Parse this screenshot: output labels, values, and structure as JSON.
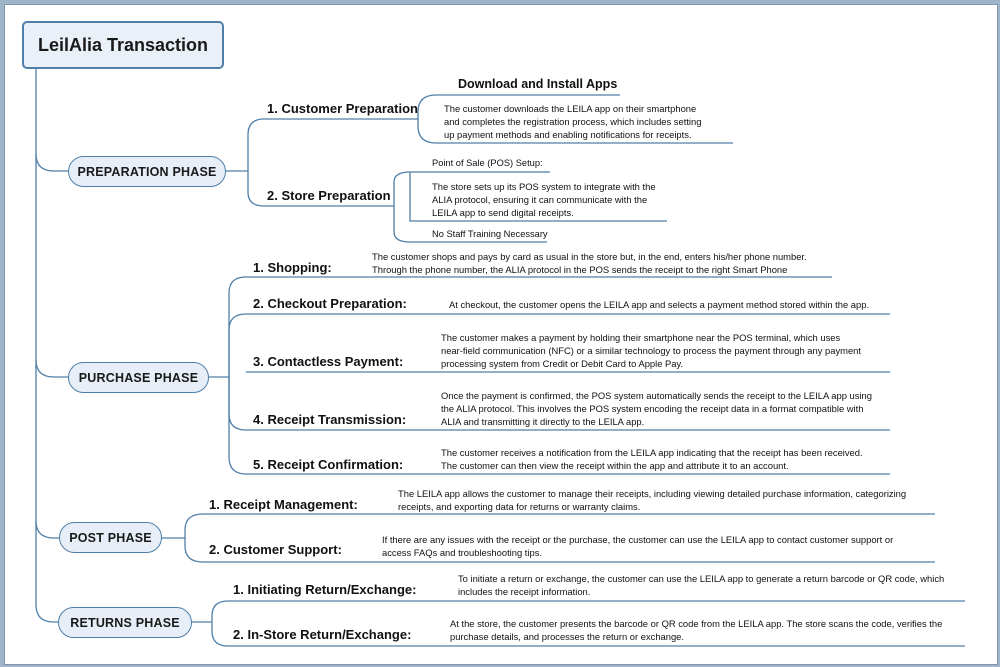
{
  "root": "LeilAlia Transaction",
  "preparation": {
    "title": "PREPARATION PHASE",
    "customer_prep": {
      "label": "1. Customer Preparation",
      "heading": "Download and Install Apps",
      "text": [
        " The customer downloads the LEILA app on their smartphone",
        "and completes the registration process, which includes setting",
        "up payment methods and enabling notifications for receipts."
      ]
    },
    "store_prep": {
      "label": "2. Store Preparation",
      "pos_title": "Point of Sale (POS) Setup:",
      "text": [
        "The store sets up its POS system to integrate with the",
        "ALIA protocol, ensuring it can communicate with the",
        "LEILA app to send digital receipts."
      ],
      "staff_note": "No Staff Training Necessary"
    }
  },
  "purchase": {
    "title": "PURCHASE PHASE",
    "items": [
      {
        "label": "1. Shopping:",
        "text": [
          "The customer shops and pays by card as usual in the store but, in the end, enters his/her phone number.",
          "Through the phone number, the ALIA protocol in the POS sends the receipt to the right Smart Phone"
        ]
      },
      {
        "label": "2. Checkout Preparation:",
        "text": [
          "At checkout, the customer opens the LEILA app and selects a payment method stored within the app."
        ]
      },
      {
        "label": "3. Contactless Payment:",
        "text": [
          "The customer makes a payment by holding their smartphone near the POS terminal, which uses",
          "near-field communication (NFC) or a similar technology to process the payment through any payment",
          "processing system from Credit or Debit Card to Apple Pay."
        ]
      },
      {
        "label": "4. Receipt Transmission:",
        "text": [
          "Once the payment is confirmed, the POS system automatically sends the receipt to the LEILA app using",
          "the ALIA protocol. This involves the POS system encoding the receipt data in a format compatible with",
          "ALIA and transmitting it directly to the LEILA app."
        ]
      },
      {
        "label": "5. Receipt Confirmation:",
        "text": [
          "The customer receives a notification from the LEILA app indicating that the receipt has been received.",
          "The customer can then view the receipt within the app and attribute it to an account."
        ]
      }
    ]
  },
  "post": {
    "title": "POST PHASE",
    "items": [
      {
        "label": "1. Receipt Management:",
        "text": [
          "The LEILA app allows the customer to manage their receipts, including viewing detailed purchase information, categorizing",
          "receipts, and exporting data for returns or warranty claims."
        ]
      },
      {
        "label": "2. Customer Support:",
        "text": [
          "If there are any issues with the receipt or the purchase, the customer can use the LEILA app to contact customer support or",
          "access FAQs and troubleshooting tips."
        ]
      }
    ]
  },
  "returns": {
    "title": "RETURNS PHASE",
    "items": [
      {
        "label": "1. Initiating Return/Exchange:",
        "text": [
          "To initiate a return or exchange, the customer can use the LEILA app to generate a return barcode or QR code, which",
          "includes the receipt information."
        ]
      },
      {
        "label": "2. In-Store Return/Exchange:",
        "text": [
          "At the store, the customer presents the barcode or QR code from the LEILA app. The store scans the code, verifies the",
          "purchase details, and processes the return or exchange."
        ]
      }
    ]
  }
}
